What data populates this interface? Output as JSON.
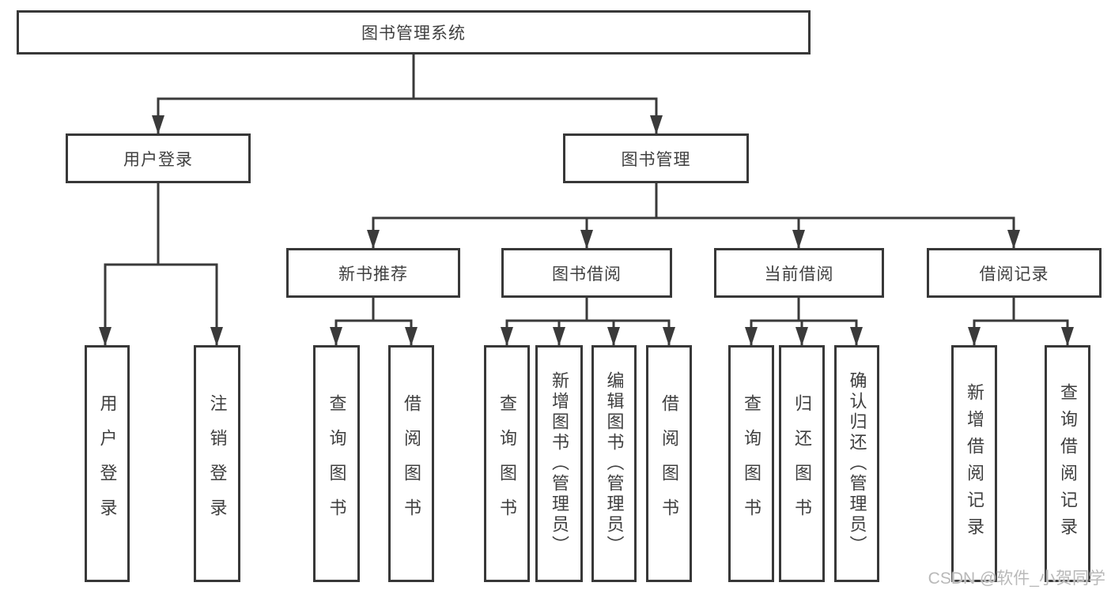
{
  "tree": {
    "root": "图书管理系统",
    "branches": [
      {
        "label": "用户登录",
        "children": [
          {
            "label": "用户登录"
          },
          {
            "label": "注销登录"
          }
        ]
      },
      {
        "label": "图书管理",
        "children": [
          {
            "label": "新书推荐",
            "children": [
              {
                "label": "查询图书"
              },
              {
                "label": "借阅图书"
              }
            ]
          },
          {
            "label": "图书借阅",
            "children": [
              {
                "label": "查询图书"
              },
              {
                "label": "新增图书（管理员）"
              },
              {
                "label": "编辑图书（管理员）"
              },
              {
                "label": "借阅图书"
              }
            ]
          },
          {
            "label": "当前借阅",
            "children": [
              {
                "label": "查询图书"
              },
              {
                "label": "归还图书"
              },
              {
                "label": "确认归还（管理员）"
              }
            ]
          },
          {
            "label": "借阅记录",
            "children": [
              {
                "label": "新增借阅记录"
              },
              {
                "label": "查询借阅记录"
              }
            ]
          }
        ]
      }
    ]
  },
  "watermark": {
    "text": "CSDN @软件_小贺同学"
  },
  "colors": {
    "line": "#3a3a3a",
    "box_border": "#383838",
    "text": "#3f3f3f",
    "watermark": "#b9b9b9",
    "background": "#ffffff"
  }
}
